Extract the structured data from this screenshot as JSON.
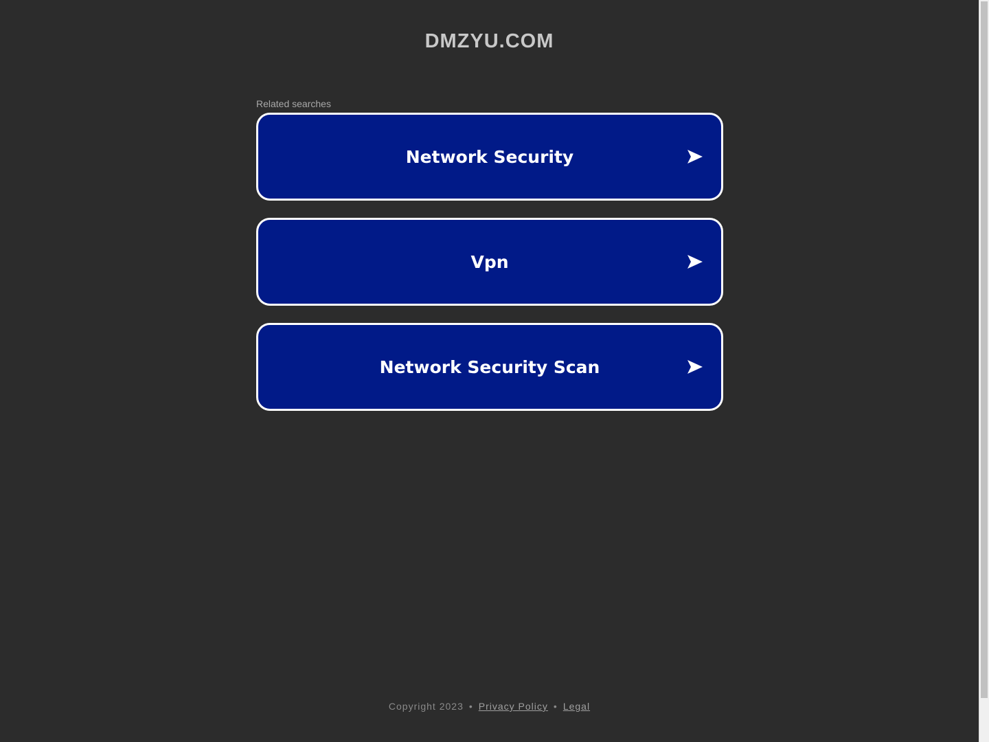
{
  "site": {
    "title": "DMZYU.COM"
  },
  "related": {
    "label": "Related searches",
    "items": [
      {
        "label": "Network Security"
      },
      {
        "label": "Vpn"
      },
      {
        "label": "Network Security Scan"
      }
    ]
  },
  "footer": {
    "copyright": "Copyright 2023",
    "separator": "•",
    "privacy": "Privacy Policy",
    "legal": "Legal"
  },
  "colors": {
    "background": "#2c2c2c",
    "button_fill": "#011a88",
    "button_border": "#ffffff"
  },
  "icons": {
    "link_arrow": "arrow-right-icon"
  }
}
